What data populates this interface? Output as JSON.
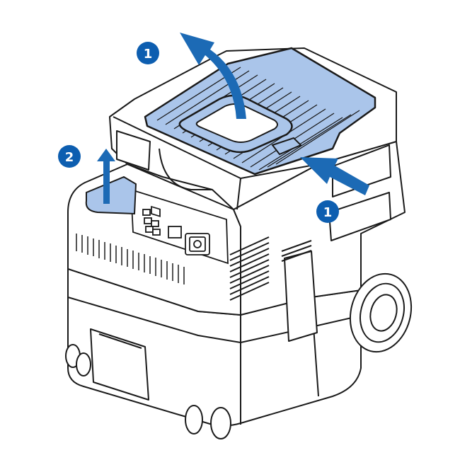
{
  "colors": {
    "outline": "#1a1a1a",
    "body_fill": "#ffffff",
    "accent_blue": "#1c6ab5",
    "tray_fill": "#aac5ea",
    "callout_fill": "#0d5eb0",
    "callout_text": "#ffffff"
  },
  "callouts": [
    {
      "id": "top",
      "label": "1"
    },
    {
      "id": "left",
      "label": "2"
    },
    {
      "id": "right",
      "label": "1"
    }
  ]
}
